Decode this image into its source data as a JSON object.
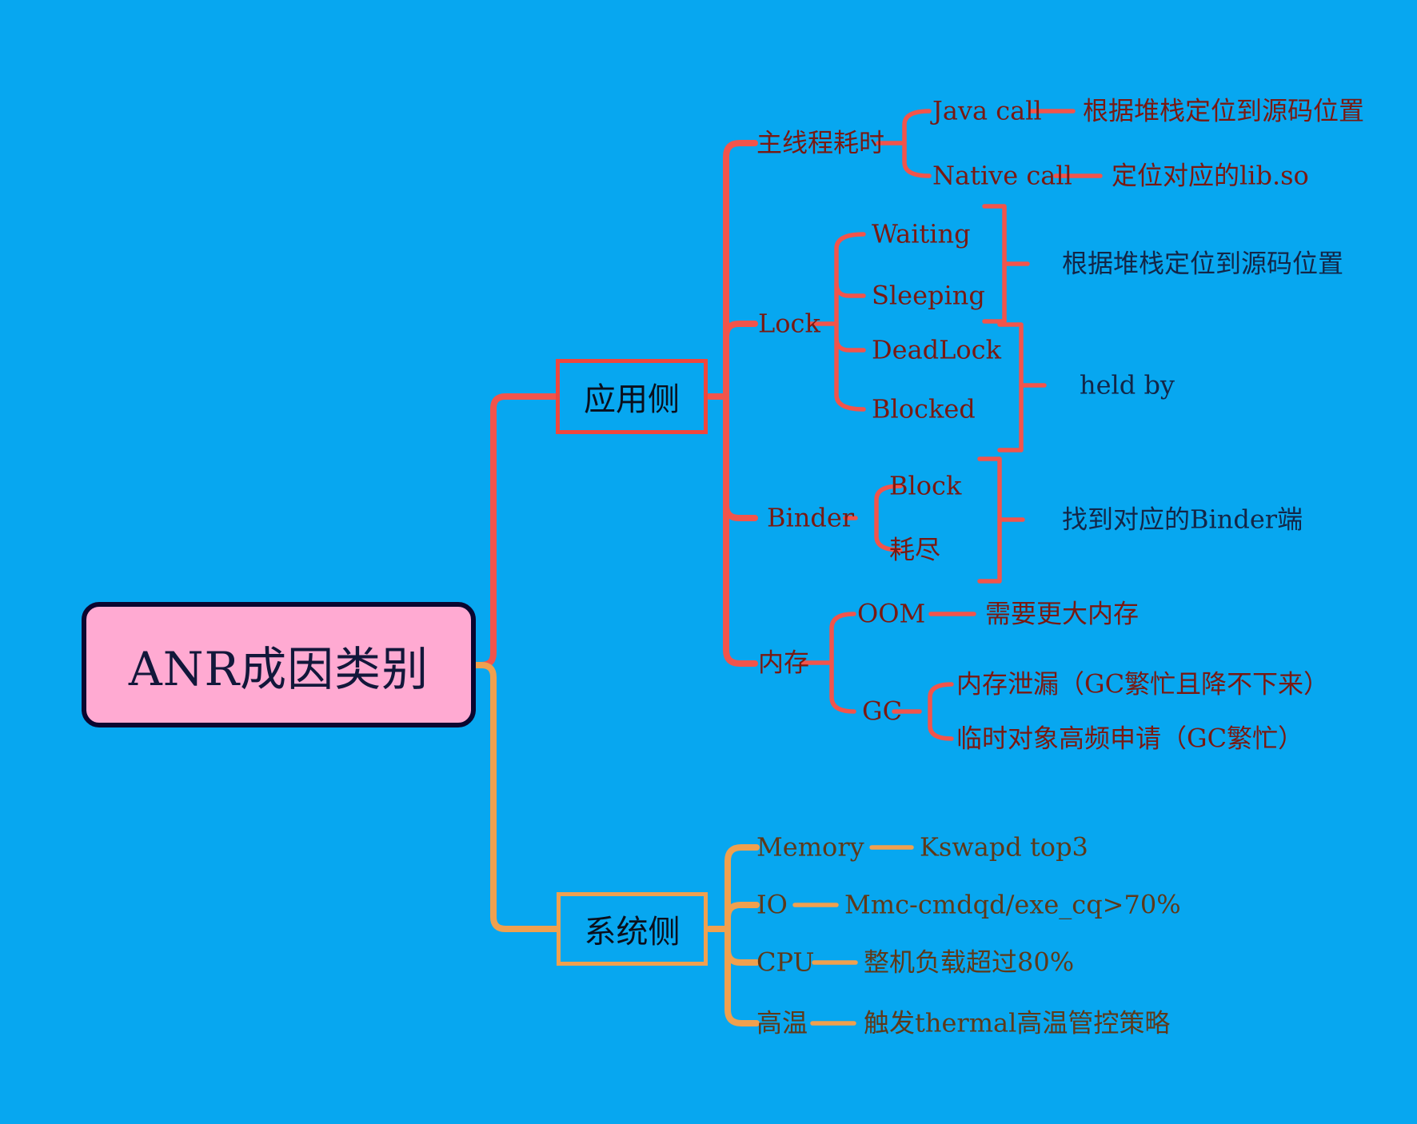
{
  "root": {
    "label": "ANR成因类别"
  },
  "app": {
    "label": "应用侧",
    "main_thread": {
      "label": "主线程耗时",
      "children": [
        {
          "label": "Java call",
          "note": "根据堆栈定位到源码位置"
        },
        {
          "label": "Native call",
          "note": "定位对应的lib.so"
        }
      ]
    },
    "lock": {
      "label": "Lock",
      "states": [
        "Waiting",
        "Sleeping",
        "DeadLock",
        "Blocked"
      ],
      "waiting_sleeping_note": "根据堆栈定位到源码位置",
      "deadlock_blocked_note": "held by"
    },
    "binder": {
      "label": "Binder",
      "children": [
        "Block",
        "耗尽"
      ],
      "note": "找到对应的Binder端"
    },
    "memory": {
      "label": "内存",
      "oom": {
        "label": "OOM",
        "note": "需要更大内存"
      },
      "gc": {
        "label": "GC",
        "children": [
          "内存泄漏（GC繁忙且降不下来）",
          "临时对象高频申请（GC繁忙）"
        ]
      }
    }
  },
  "system": {
    "label": "系统侧",
    "children": [
      {
        "label": "Memory",
        "note": "Kswapd top3"
      },
      {
        "label": "IO",
        "note": "Mmc-cmdqd/exe_cq>70%"
      },
      {
        "label": "CPU",
        "note": "整机负载超过80%"
      },
      {
        "label": "高温",
        "note": "触发thermal高温管控策略"
      }
    ]
  },
  "colors": {
    "background": "#07A7F0",
    "app_branch_line": "#F2544B",
    "system_branch_line": "#F0A04E",
    "app_node_text": "#791911",
    "system_node_text": "#5E3919",
    "summary_text": "#132647",
    "root_fill": "#FFAAD2",
    "root_border": "#0A0630",
    "branch_box_text": "#0A0F1C"
  }
}
